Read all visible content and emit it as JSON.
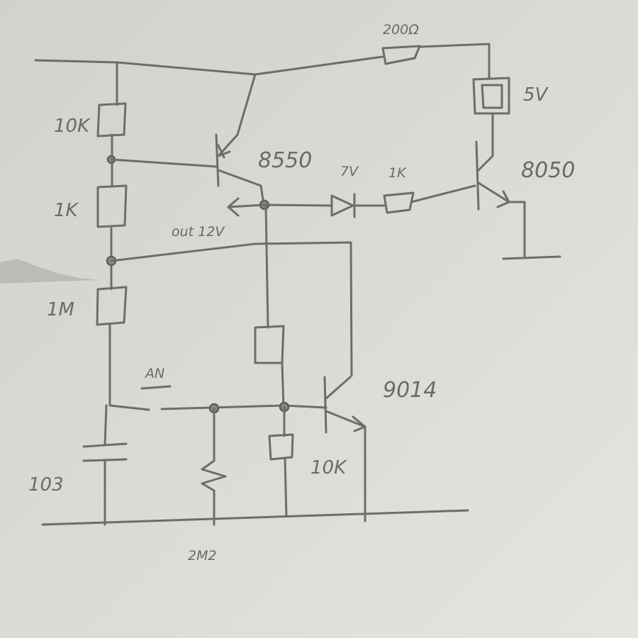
{
  "diagram": {
    "labels": {
      "r_top": "10K",
      "r_1k": "1K",
      "r_1m": "1M",
      "cap": "103",
      "switch": "AN",
      "r_bottom": "2M2",
      "q_pnp": "8550",
      "out": "out 12V",
      "led": "7V",
      "r_base": "1K",
      "q_npn_driver": "8050",
      "relay": "5V",
      "r_series": "200Ω",
      "q_9014": "9014",
      "r_10k": "10K"
    },
    "colors": {
      "paper": "#d8d6d1",
      "pencil": "#6d6d6a"
    }
  }
}
